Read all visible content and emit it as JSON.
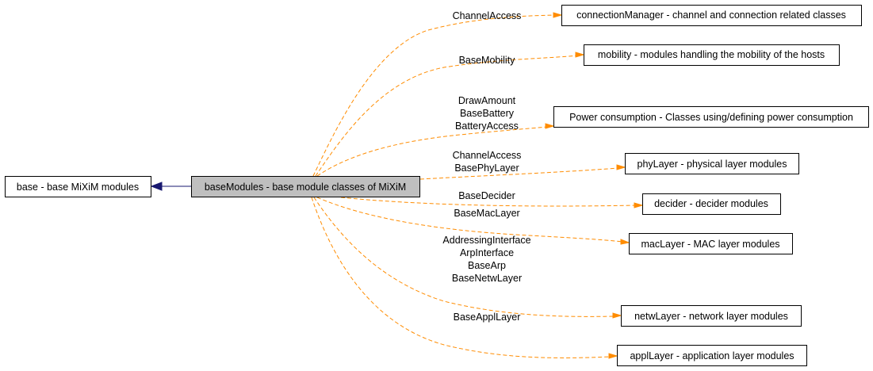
{
  "diagram": {
    "base_node": "base - base MiXiM modules",
    "current_node": "baseModules - base module classes of MiXiM",
    "groups": [
      {
        "key": "connectionManager",
        "label": "connectionManager - channel and connection related classes",
        "classes": [
          "ChannelAccess"
        ]
      },
      {
        "key": "mobility",
        "label": "mobility - modules handling the mobility of the hosts",
        "classes": [
          "BaseMobility"
        ]
      },
      {
        "key": "power",
        "label": "Power consumption - Classes using/defining power consumption",
        "classes": [
          "DrawAmount",
          "BaseBattery",
          "BatteryAccess"
        ]
      },
      {
        "key": "phyLayer",
        "label": "phyLayer - physical layer modules",
        "classes": [
          "ChannelAccess",
          "BasePhyLayer"
        ]
      },
      {
        "key": "decider",
        "label": "decider - decider modules",
        "classes": [
          "BaseDecider"
        ]
      },
      {
        "key": "macLayer",
        "label": "macLayer - MAC layer modules",
        "classes": [
          "BaseMacLayer"
        ]
      },
      {
        "key": "netwLayer",
        "label": "netwLayer - network layer modules",
        "classes": [
          "AddressingInterface",
          "ArpInterface",
          "BaseArp",
          "BaseNetwLayer"
        ]
      },
      {
        "key": "applLayer",
        "label": "applLayer - application layer modules",
        "classes": [
          "BaseApplLayer"
        ]
      }
    ]
  }
}
